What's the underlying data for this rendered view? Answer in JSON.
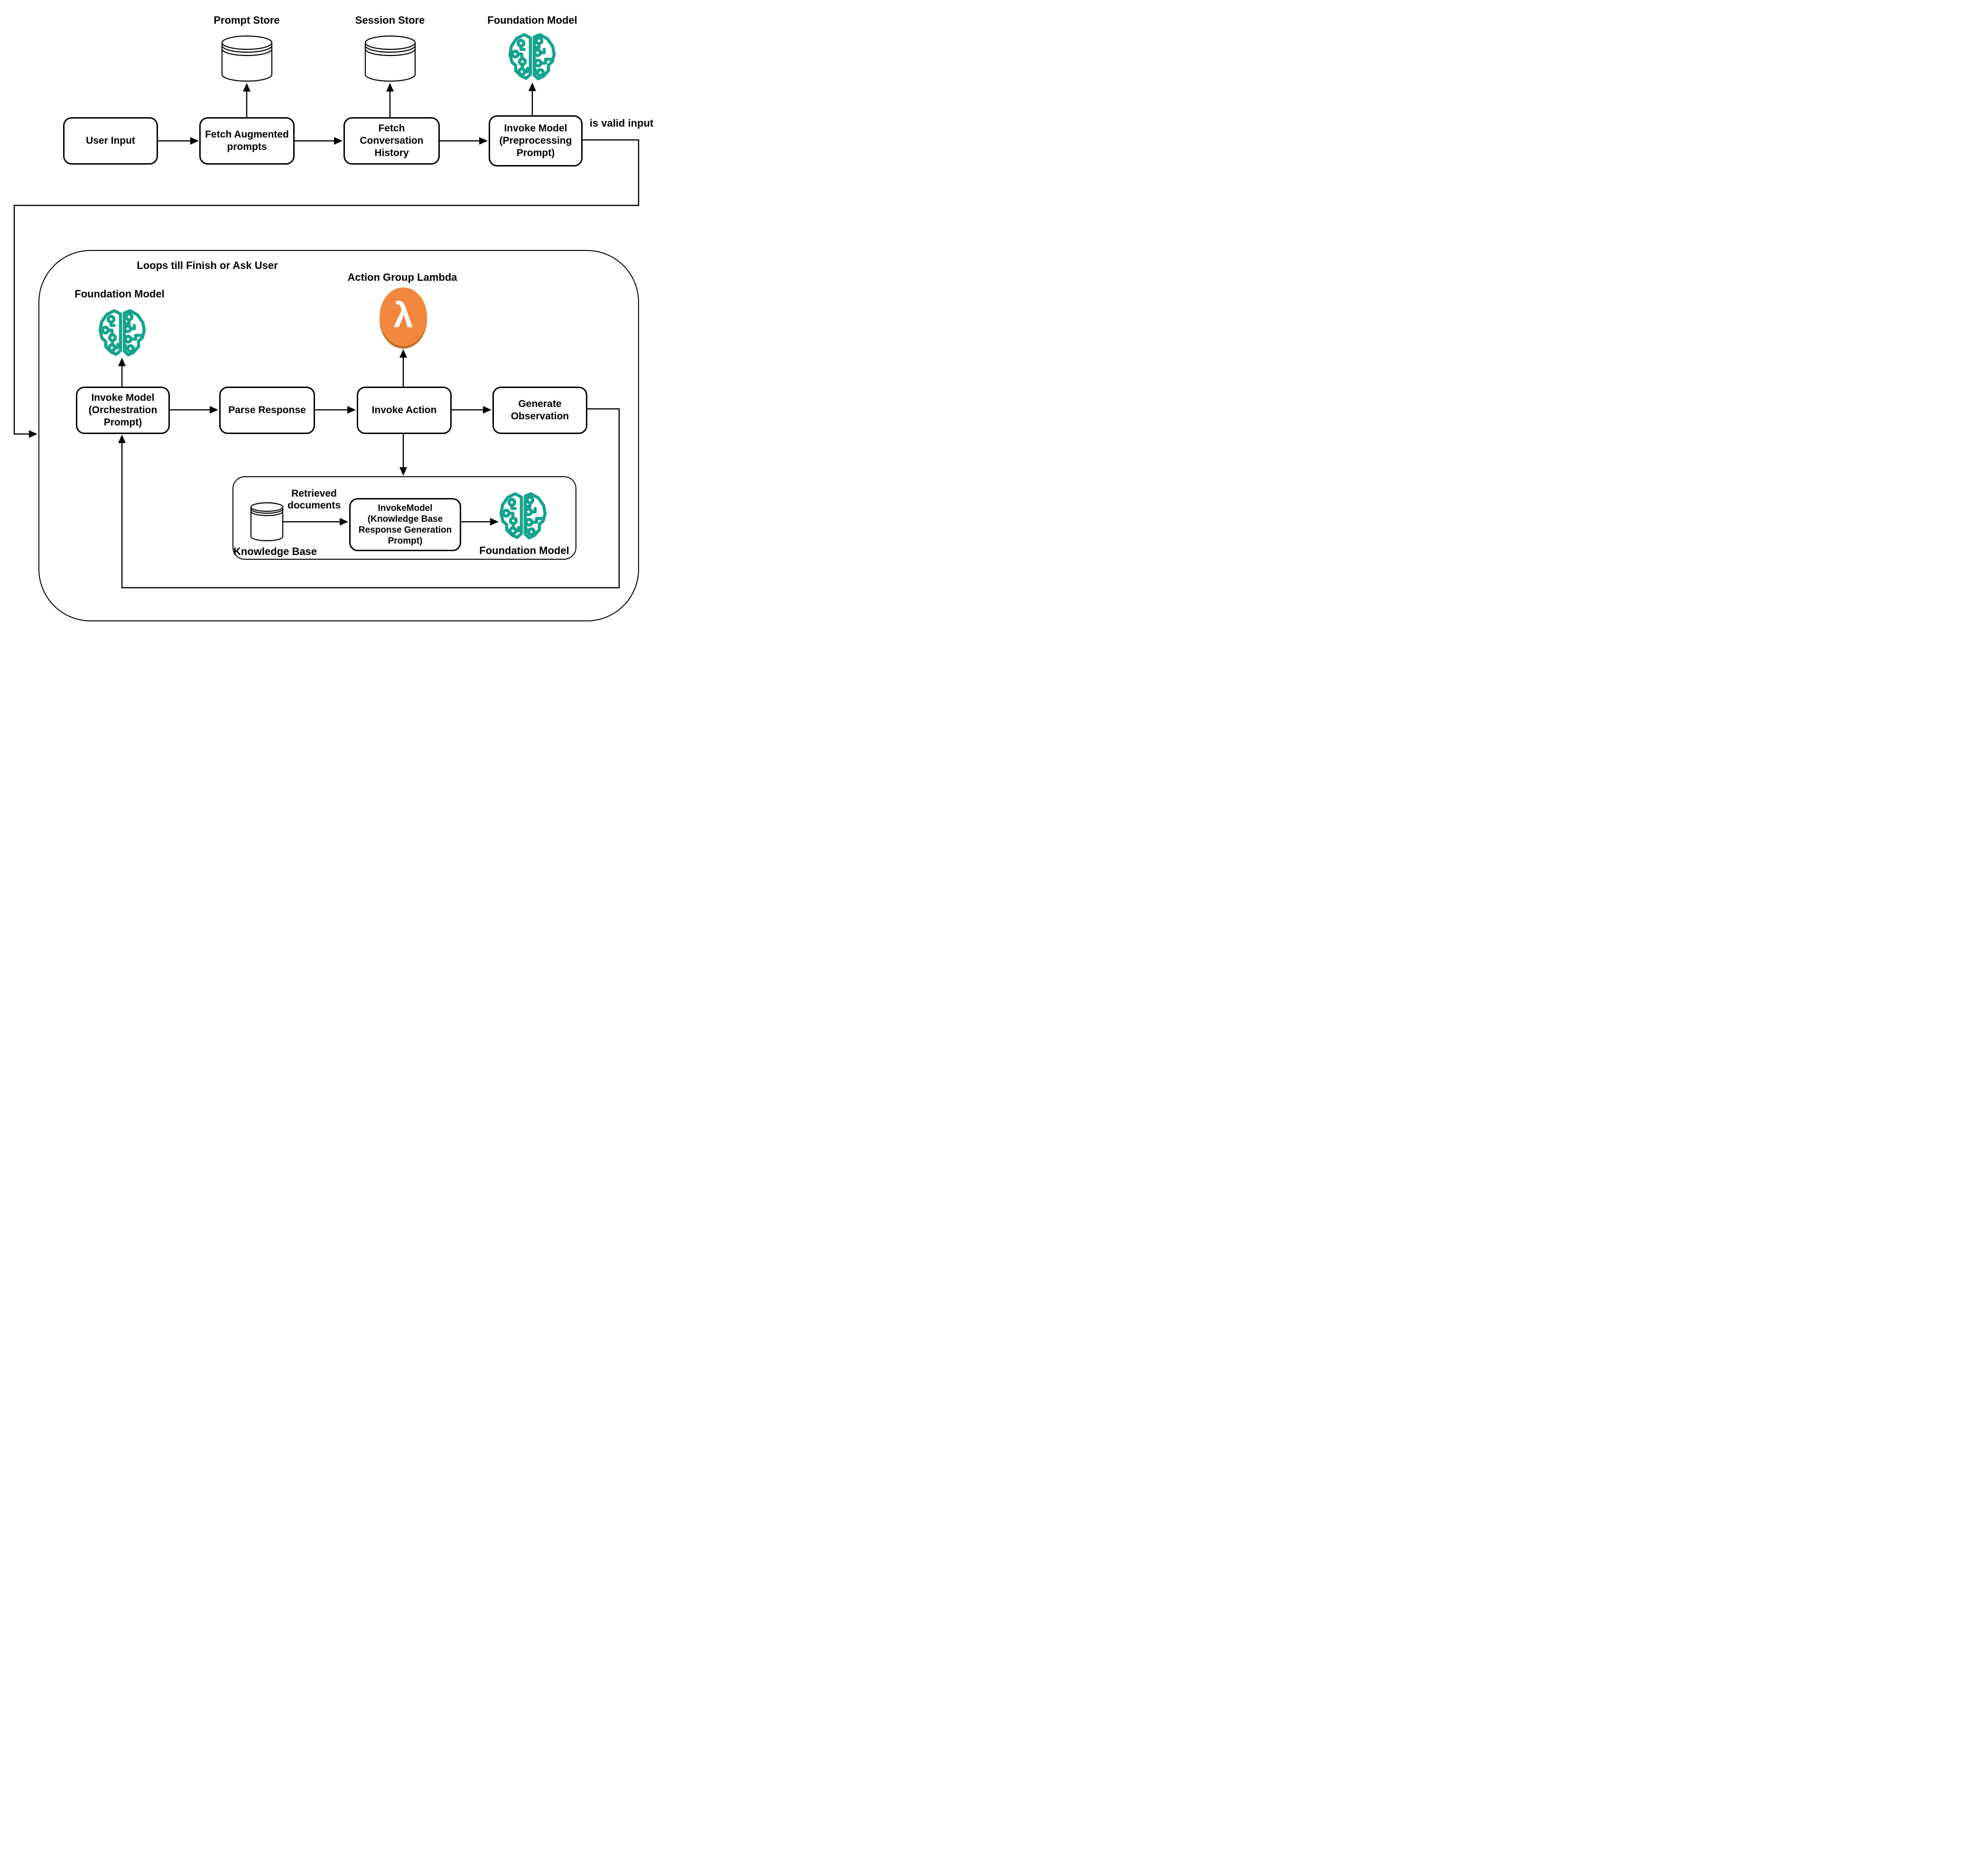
{
  "colors": {
    "teal": "#14A38D",
    "lambda_orange": "#F0873D",
    "lambda_shadow": "#BB6B26",
    "line": "#000000",
    "background": "#FFFFFF"
  },
  "icons": {
    "lambda_glyph": "λ"
  },
  "top_row": {
    "prompt_store": "Prompt Store",
    "session_store": "Session Store",
    "foundation_model": "Foundation Model",
    "user_input": "User Input",
    "fetch_augmented_prompts": "Fetch Augmented\nprompts",
    "fetch_conversation_history": "Fetch Conversation\nHistory",
    "invoke_model_preprocessing": "Invoke Model\n(Preprocessing\nPrompt)",
    "is_valid_input": "is valid input"
  },
  "loop": {
    "title": "Loops till Finish or Ask User",
    "foundation_model": "Foundation Model",
    "action_group_lambda": "Action Group Lambda",
    "invoke_model_orchestration": "Invoke Model\n(Orchestration\nPrompt)",
    "parse_response": "Parse Response",
    "invoke_action": "Invoke Action",
    "generate_observation": "Generate\nObservation"
  },
  "knowledge_base": {
    "retrieved_documents": "Retrieved\ndocuments",
    "invoke_model_kb": "InvokeModel\n(Knowledge Base\nResponse Generation\nPrompt)",
    "knowledge_base": "Knowledge Base",
    "foundation_model": "Foundation Model"
  }
}
